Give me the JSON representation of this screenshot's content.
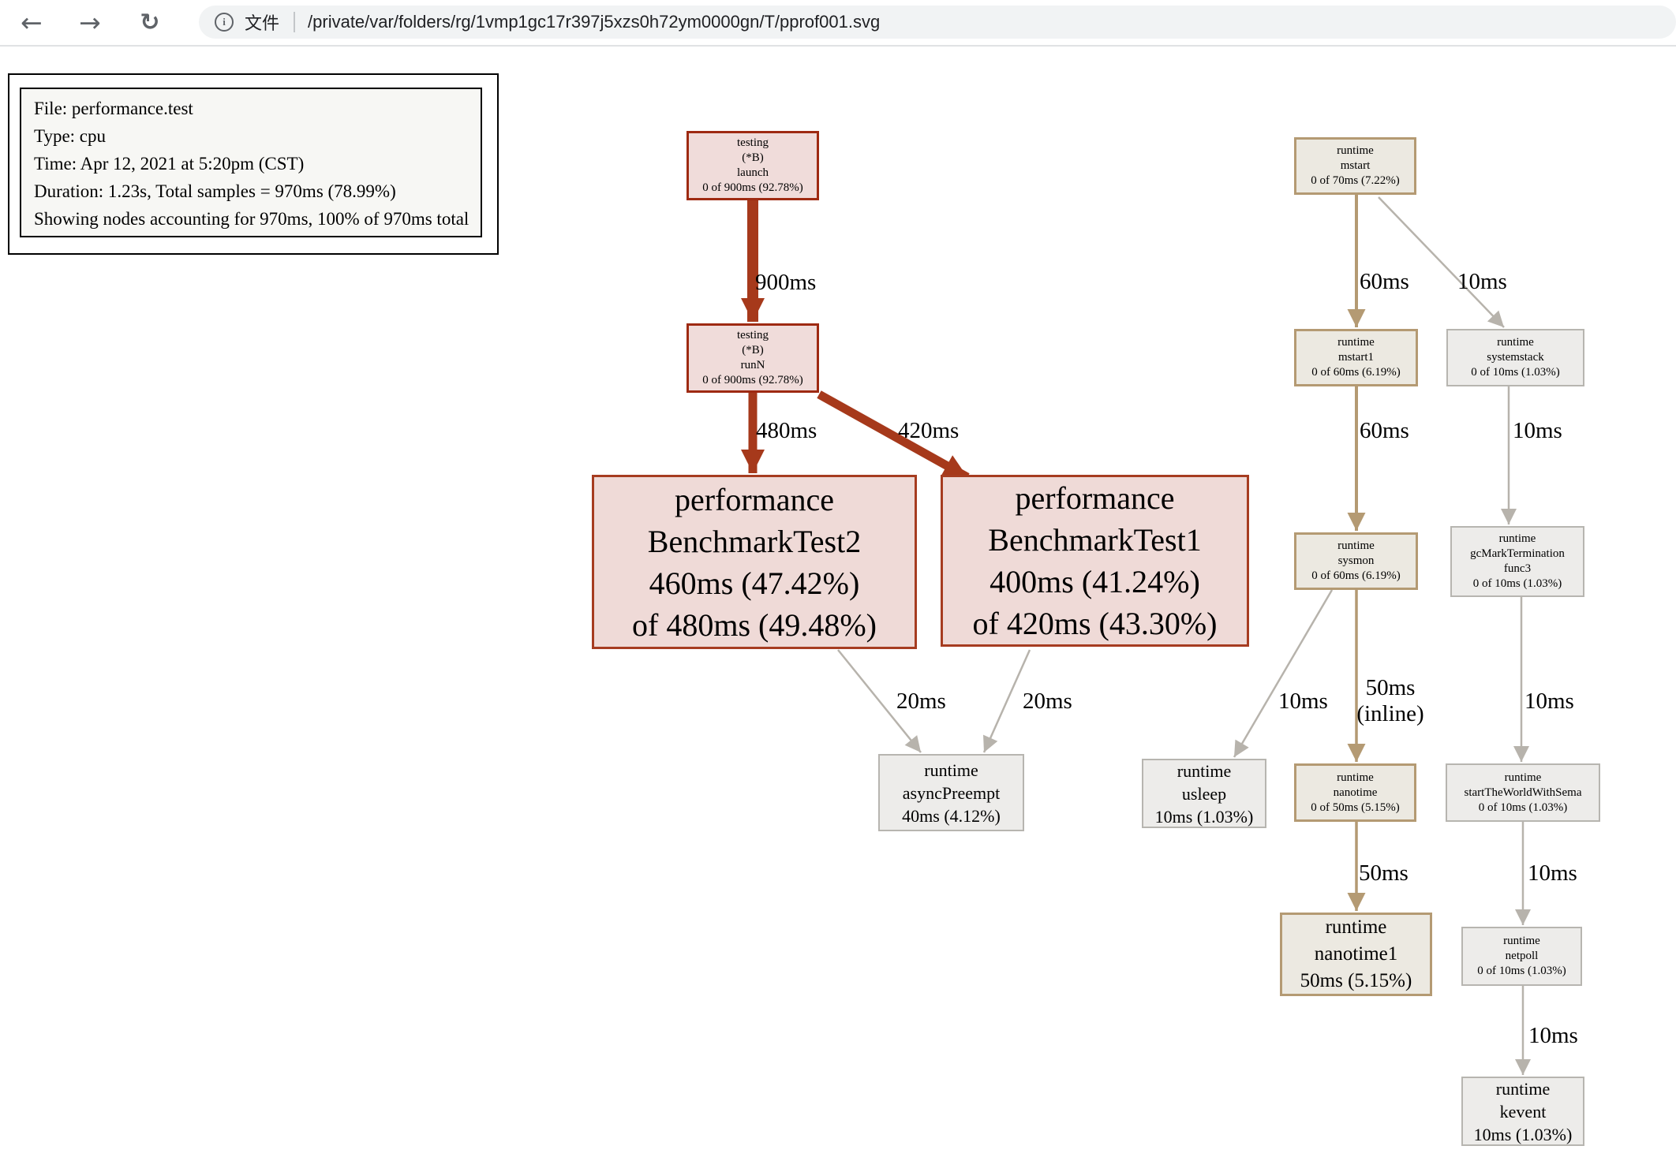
{
  "browser": {
    "back_icon": "←",
    "forward_icon": "→",
    "reload_icon": "↻",
    "info_icon": "i",
    "scheme_label": "文件",
    "url": "/private/var/folders/rg/1vmp1gc17r397j5xzs0h72ym0000gn/T/pprof001.svg"
  },
  "legend": {
    "lines": [
      "File: performance.test",
      "Type: cpu",
      "Time: Apr 12, 2021 at 5:20pm (CST)",
      "Duration: 1.23s, Total samples = 970ms (78.99%)",
      "Showing nodes accounting for 970ms, 100% of 970ms total"
    ]
  },
  "nodes": {
    "launch": {
      "lines": [
        "testing",
        "(*B)",
        "launch",
        "0 of 900ms (92.78%)"
      ]
    },
    "runN": {
      "lines": [
        "testing",
        "(*B)",
        "runN",
        "0 of 900ms (92.78%)"
      ]
    },
    "bench2": {
      "lines": [
        "performance",
        "BenchmarkTest2",
        "460ms (47.42%)",
        "of 480ms (49.48%)"
      ]
    },
    "bench1": {
      "lines": [
        "performance",
        "BenchmarkTest1",
        "400ms (41.24%)",
        "of 420ms (43.30%)"
      ]
    },
    "asyncPreempt": {
      "lines": [
        "runtime",
        "asyncPreempt",
        "40ms (4.12%)"
      ]
    },
    "mstart": {
      "lines": [
        "runtime",
        "mstart",
        "0 of 70ms (7.22%)"
      ]
    },
    "mstart1": {
      "lines": [
        "runtime",
        "mstart1",
        "0 of 60ms (6.19%)"
      ]
    },
    "systemstack": {
      "lines": [
        "runtime",
        "systemstack",
        "0 of 10ms (1.03%)"
      ]
    },
    "sysmon": {
      "lines": [
        "runtime",
        "sysmon",
        "0 of 60ms (6.19%)"
      ]
    },
    "gcMarkTermination": {
      "lines": [
        "runtime",
        "gcMarkTermination",
        "func3",
        "0 of 10ms (1.03%)"
      ]
    },
    "usleep": {
      "lines": [
        "runtime",
        "usleep",
        "10ms (1.03%)"
      ]
    },
    "nanotime": {
      "lines": [
        "runtime",
        "nanotime",
        "0 of 50ms (5.15%)"
      ]
    },
    "startTheWorldWithSema": {
      "lines": [
        "runtime",
        "startTheWorldWithSema",
        "0 of 10ms (1.03%)"
      ]
    },
    "nanotime1": {
      "lines": [
        "runtime",
        "nanotime1",
        "50ms (5.15%)"
      ]
    },
    "netpoll": {
      "lines": [
        "runtime",
        "netpoll",
        "0 of 10ms (1.03%)"
      ]
    },
    "kevent": {
      "lines": [
        "runtime",
        "kevent",
        "10ms (1.03%)"
      ]
    }
  },
  "edges": {
    "launch_runN": {
      "label": "900ms"
    },
    "runN_bench2": {
      "label": "480ms"
    },
    "runN_bench1": {
      "label": "420ms"
    },
    "bench2_asyncPreempt": {
      "label": "20ms"
    },
    "bench1_asyncPreempt": {
      "label": "20ms"
    },
    "mstart_mstart1": {
      "label": "60ms"
    },
    "mstart_systemstack": {
      "label": "10ms"
    },
    "mstart1_sysmon": {
      "label": "60ms"
    },
    "systemstack_gcMarkTermination": {
      "label": "10ms"
    },
    "sysmon_usleep": {
      "label": "10ms"
    },
    "sysmon_nanotime": {
      "label_lines": [
        "50ms",
        "(inline)"
      ]
    },
    "gcMarkTermination_startTheWorldWithSema": {
      "label": "10ms"
    },
    "nanotime_nanotime1": {
      "label": "50ms"
    },
    "startTheWorldWithSema_netpoll": {
      "label": "10ms"
    },
    "netpoll_kevent": {
      "label": "10ms"
    }
  },
  "colors": {
    "red_edge": "#a6391b",
    "red_node_border": "#9e2a12",
    "red_node_fill": "#f0dcda",
    "tan_edge": "#b49a73",
    "tan_node_fill": "#ece9e1",
    "gray_edge": "#b7b3ac",
    "gray_node_fill": "#edecea",
    "url_bar_bg": "#f1f3f4",
    "chrome_icon": "#5f6368"
  }
}
